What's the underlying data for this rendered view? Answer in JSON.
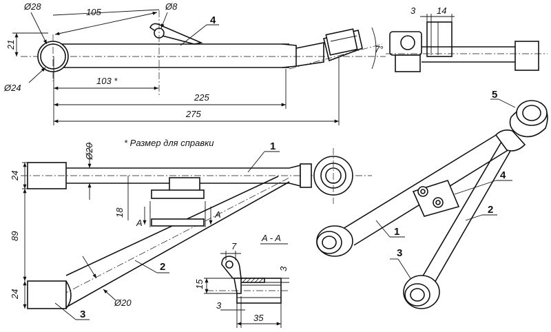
{
  "dimensions": {
    "top_d28": "Ø28",
    "top_105": "105",
    "top_d8": "Ø8",
    "top_21": "21",
    "top_d24": "Ø24",
    "top_103": "103 *",
    "top_225": "225",
    "top_275": "275",
    "top_angle": "7°",
    "right_3": "3",
    "right_14": "14",
    "plan_d20_top": "Ø20",
    "plan_24_top": "24",
    "plan_18": "18",
    "plan_89": "89",
    "plan_24_bottom": "24",
    "plan_d20_bottom": "Ø20",
    "sec_7": "7",
    "sec_3_right": "3",
    "sec_15": "15",
    "sec_3_bottom": "3",
    "sec_35": "35"
  },
  "labels": {
    "part_4_top": "4",
    "part_1_plan": "1",
    "part_2_plan": "2",
    "part_3_plan": "3",
    "section_marker_left": "A",
    "section_marker_right": "A",
    "section_title": "A - A",
    "iso_5": "5",
    "iso_4": "4",
    "iso_1": "1",
    "iso_2": "2",
    "iso_3": "3"
  },
  "note": "* Размер для справки"
}
